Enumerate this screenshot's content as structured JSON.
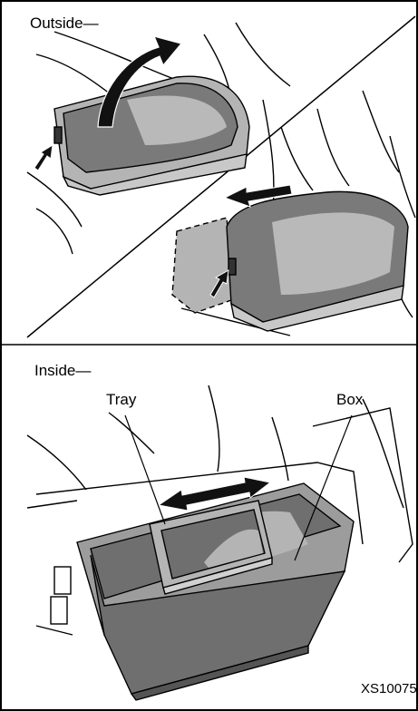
{
  "labels": {
    "outside": "Outside—",
    "inside": "Inside—",
    "tray": "Tray",
    "box": "Box",
    "figure_code": "XS10075"
  },
  "colors": {
    "line": "#000000",
    "lid_dark": "#7a7a7a",
    "lid_light": "#b4b4b4",
    "box_fill": "#6f6f6f",
    "box_light": "#9c9c9c",
    "arrow": "#111111",
    "background": "#ffffff"
  }
}
